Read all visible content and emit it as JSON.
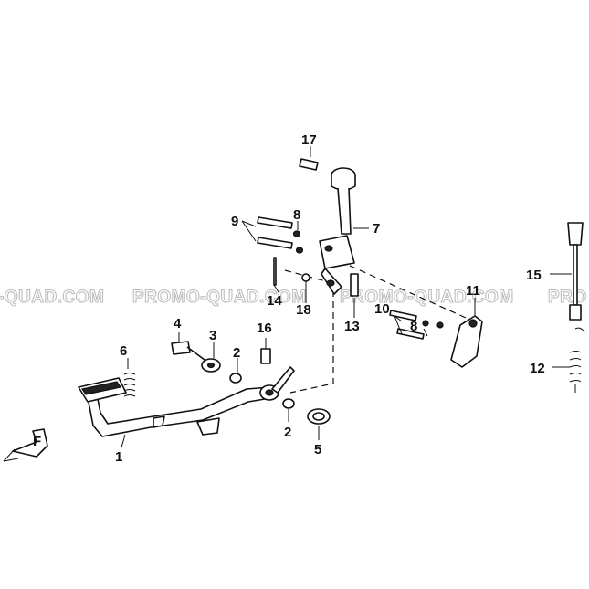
{
  "watermark": "PROMO-QUAD.COM",
  "watermark_partial_left": "-QUAD.COM",
  "watermark_partial_right": "PRO",
  "front_marker": "F",
  "callouts": {
    "c1": "1",
    "c2a": "2",
    "c2b": "2",
    "c3": "3",
    "c4": "4",
    "c5": "5",
    "c6": "6",
    "c7": "7",
    "c8a": "8",
    "c8b": "8",
    "c9": "9",
    "c10": "10",
    "c11": "11",
    "c12": "12",
    "c13": "13",
    "c14": "14",
    "c15": "15",
    "c16": "16",
    "c17": "17",
    "c18": "18"
  }
}
